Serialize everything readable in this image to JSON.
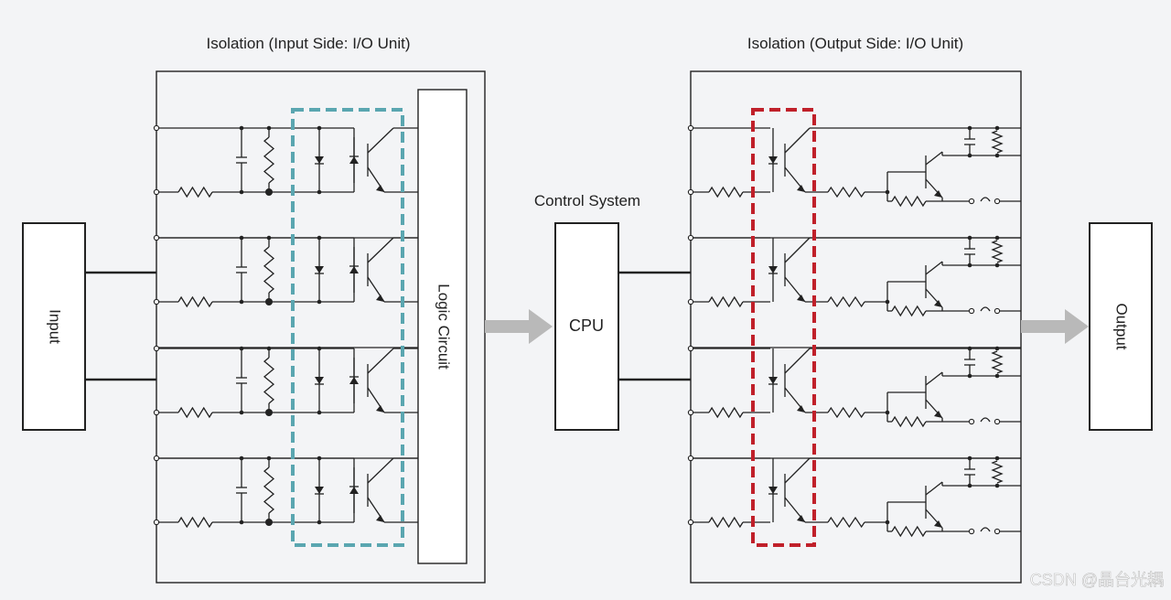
{
  "labels": {
    "input_isolation_title": "Isolation (Input Side: I/O Unit)",
    "output_isolation_title": "Isolation (Output Side: I/O Unit)",
    "control_system": "Control System",
    "input_block": "Input",
    "cpu_block": "CPU",
    "output_block": "Output",
    "logic_circuit": "Logic Circuit",
    "watermark": "CSDN @晶台光耦"
  },
  "colors": {
    "background": "#f3f4f6",
    "line": "#222222",
    "input_highlight": "#5aa6b0",
    "output_highlight": "#c0202a",
    "arrow": "#b9b9b9"
  },
  "icons": {
    "flow_arrow": "right-arrow-icon",
    "resistor": "resistor-icon",
    "capacitor": "capacitor-icon",
    "diode": "diode-icon",
    "led": "led-icon",
    "transistor": "transistor-icon"
  }
}
